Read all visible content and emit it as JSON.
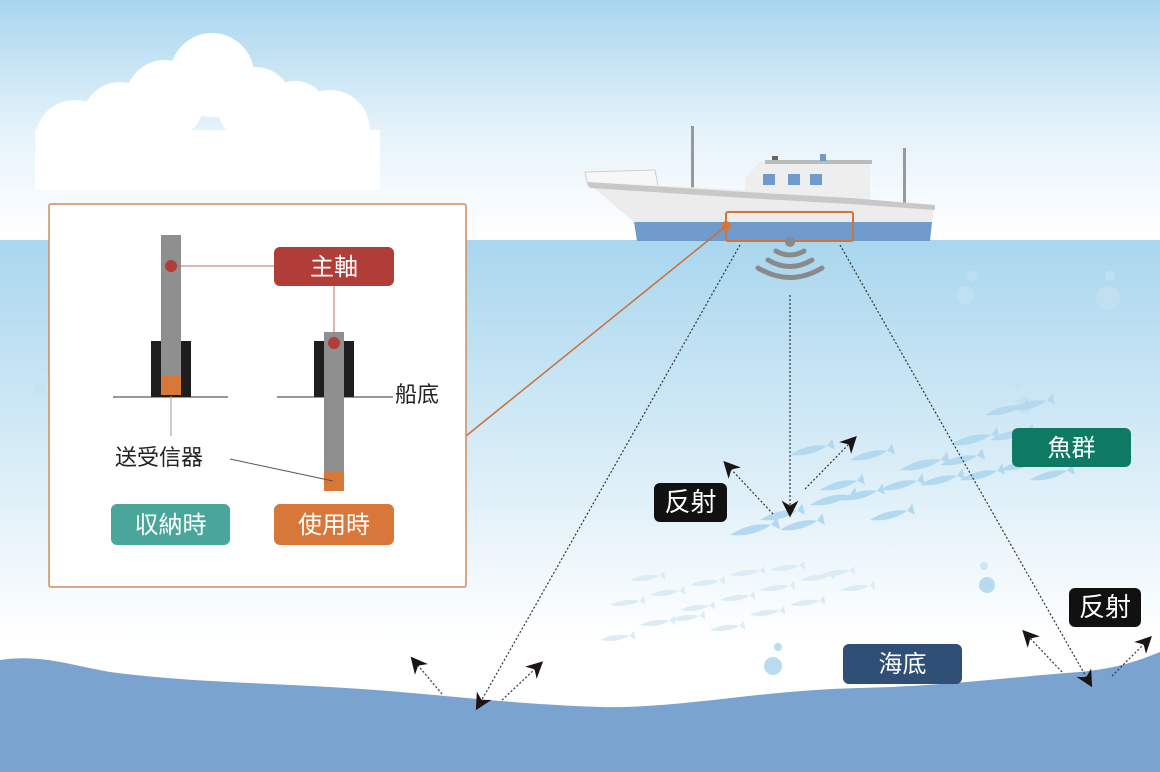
{
  "diagram": {
    "title": "Fish finder transducer (sonar) diagram",
    "inset": {
      "main_shaft_label": "主軸",
      "hull_bottom_label": "船底",
      "transducer_label": "送受信器",
      "stowed_label": "収納時",
      "in_use_label": "使用時"
    },
    "scene": {
      "reflection_label_fish": "反射",
      "reflection_label_seabed": "反射",
      "fish_school_label": "魚群",
      "seabed_label": "海底"
    },
    "colors": {
      "sky_top": "#a9d6ef",
      "sea": "#a9d6ee",
      "seabed": "#7aa3cf",
      "hull_blue": "#6f9bcc",
      "main_shaft_label_bg": "#b03d38",
      "stowed_label_bg": "#4aa59b",
      "in_use_label_bg": "#d7773a",
      "fish_school_label_bg": "#0f7a63",
      "seabed_label_bg": "#2f4f76",
      "reflection_label_bg": "#111111",
      "inset_border": "#d08b5b",
      "transducer_orange": "#d7773a",
      "shaft_gray": "#8f8f8f",
      "fish_color": "#b9dcf0"
    }
  }
}
